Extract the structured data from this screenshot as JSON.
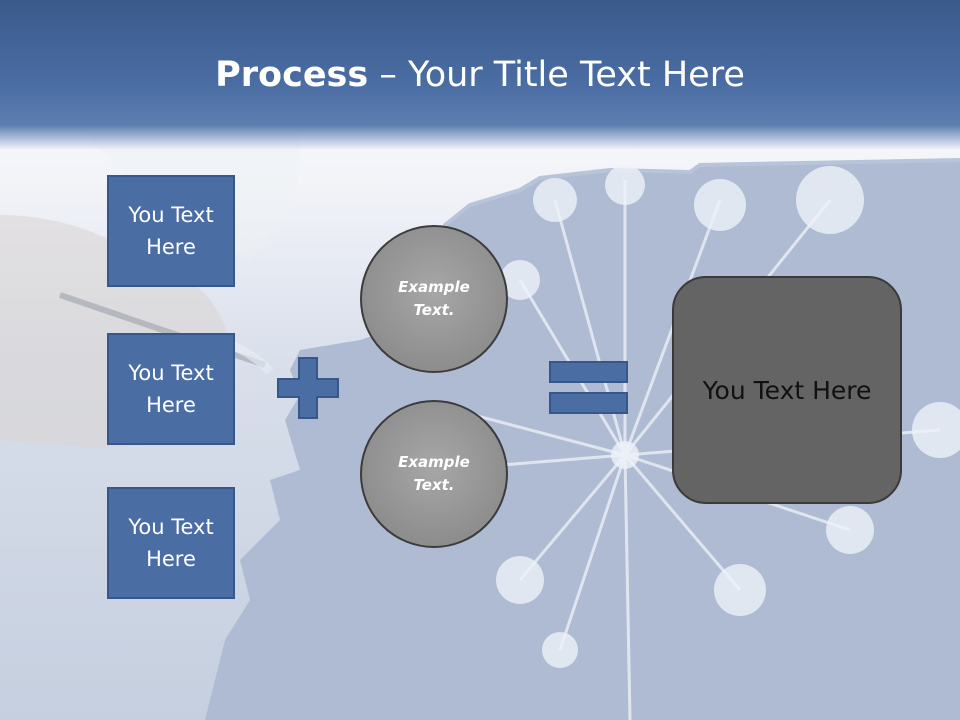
{
  "slide": {
    "title_bold": "Process",
    "title_rest": " – Your Title Text Here",
    "accent_color": "#4a6da3",
    "title_band_color": "#3b5a8c",
    "circle_color": "#8e8e8e",
    "result_color": "#646464"
  },
  "left_boxes": [
    {
      "label": "You Text Here"
    },
    {
      "label": "You Text Here"
    },
    {
      "label": "You Text Here"
    }
  ],
  "circles": [
    {
      "label": "Example Text."
    },
    {
      "label": "Example Text."
    }
  ],
  "result": {
    "label": "You Text Here"
  },
  "icons": {
    "operator_1": "plus-icon",
    "operator_2": "equals-icon"
  }
}
